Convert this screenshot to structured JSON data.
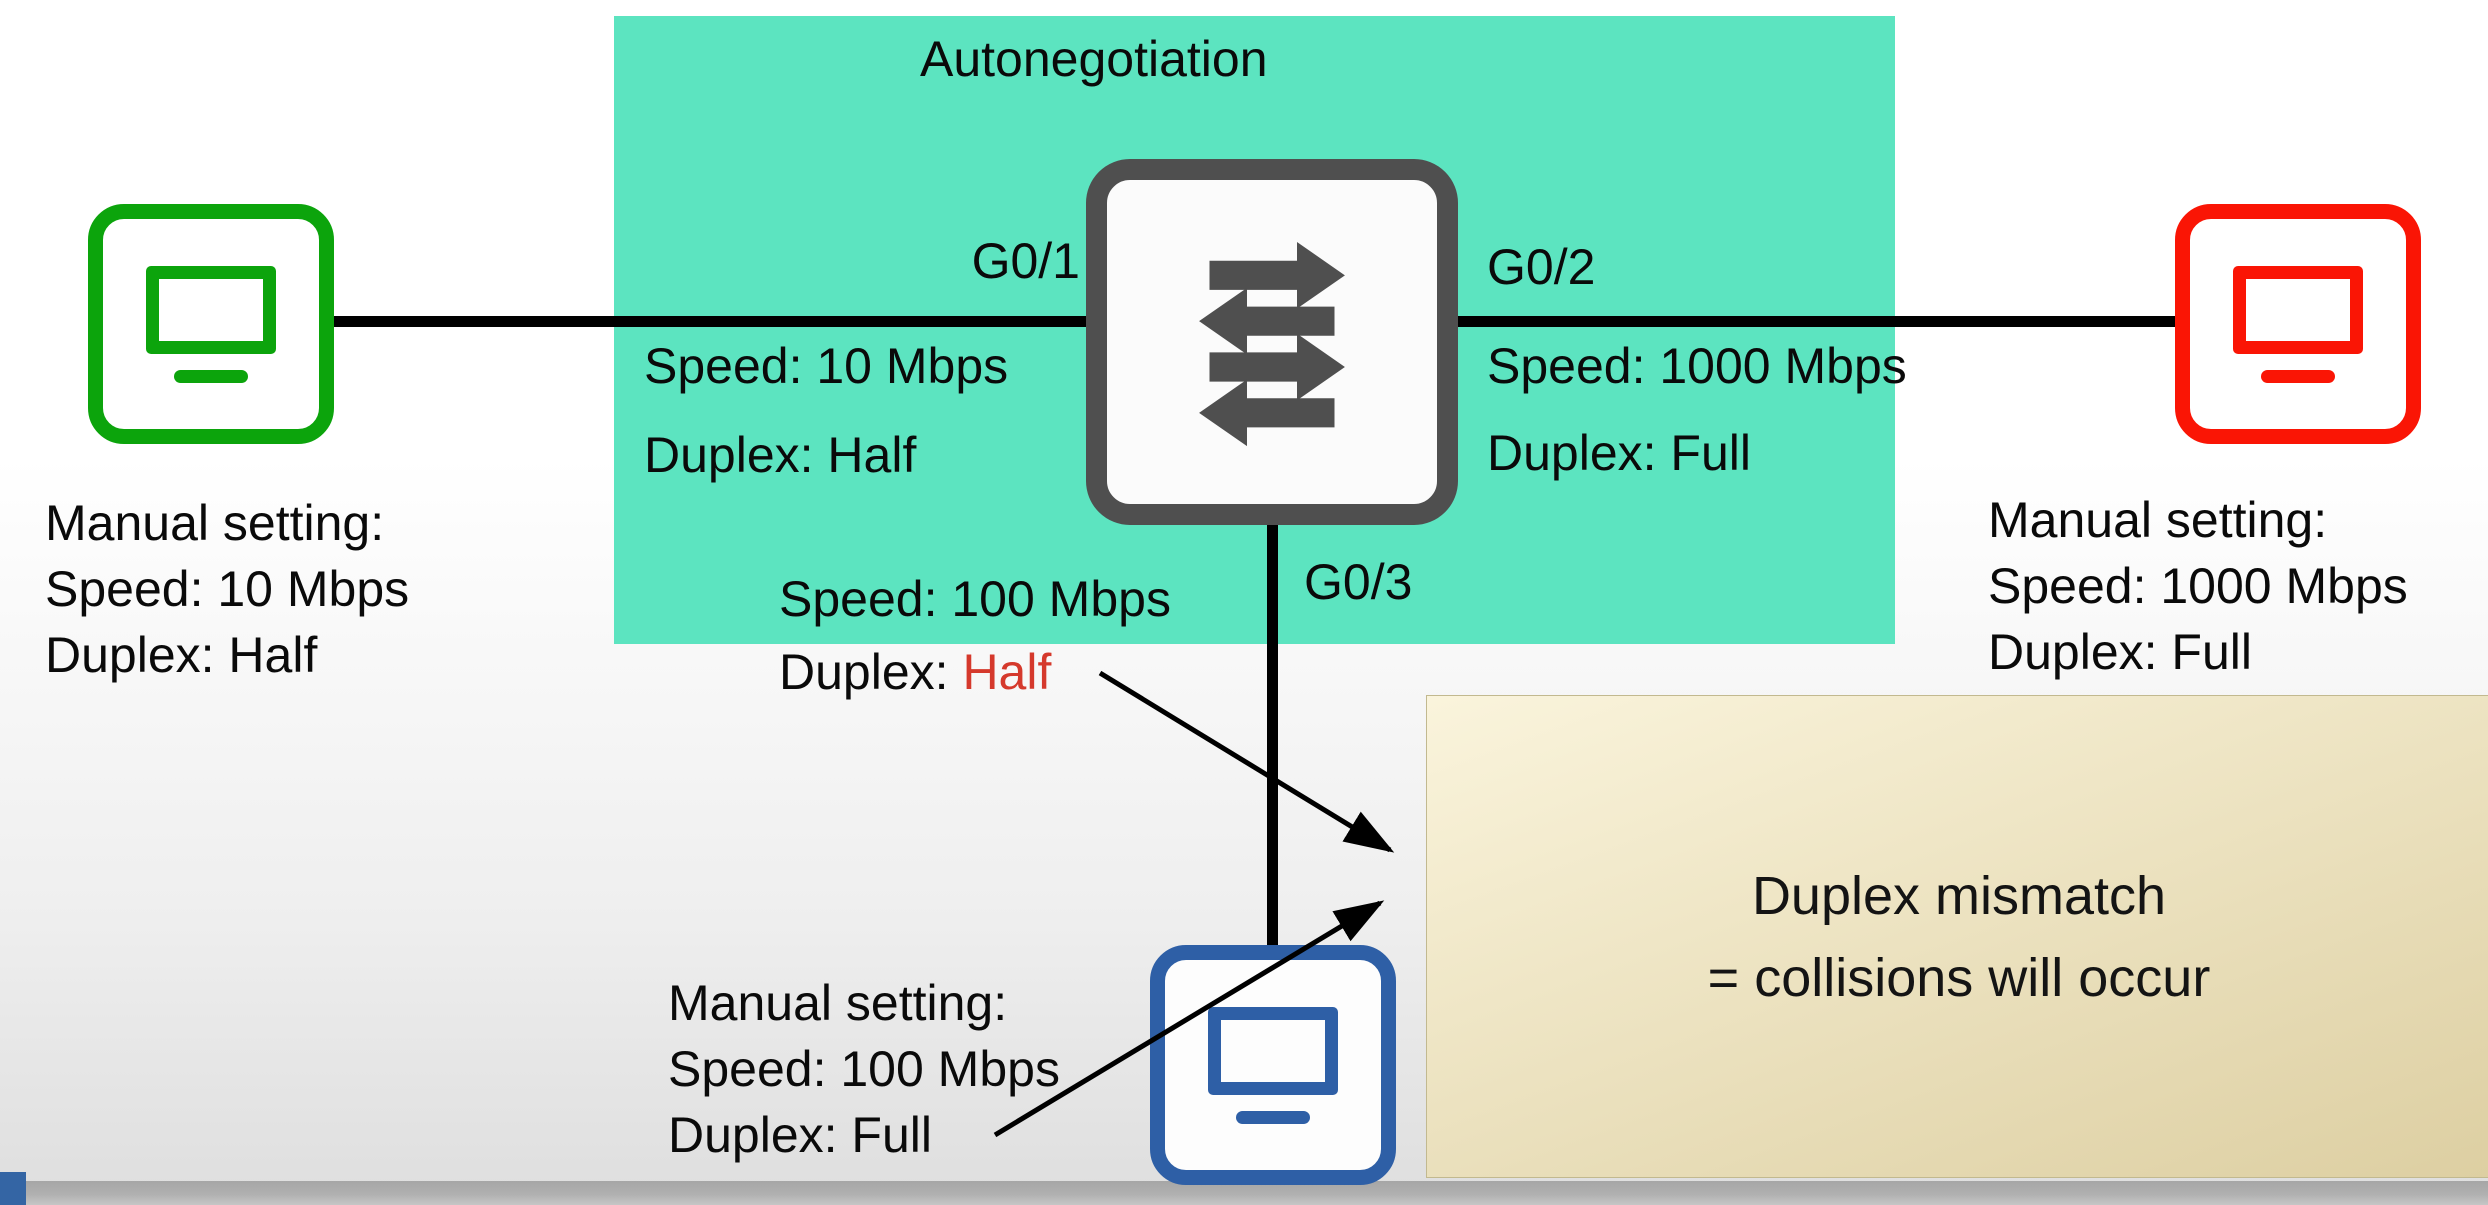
{
  "diagram_title": "Autonegotiation",
  "colors": {
    "autoneg_box": "#5ce4c0",
    "pc_left": "#0ca40c",
    "pc_right": "#fa1505",
    "pc_bottom": "#2e5fa6",
    "switch_gray": "#4f4f4f",
    "mismatch_red": "#d5392c",
    "line_black": "#000000",
    "note_box_start": "#faf4dc",
    "note_box_end": "#ddcfa2",
    "bottom_strip": "#b0b0b0"
  },
  "switch": {
    "icon": "switch-arrows-icon",
    "ports": [
      {
        "name": "G0/1",
        "speed": "Speed: 10 Mbps",
        "duplex": "Duplex: Half"
      },
      {
        "name": "G0/2",
        "speed": "Speed: 1000 Mbps",
        "duplex": "Duplex: Full"
      },
      {
        "name": "G0/3",
        "speed": "Speed: 100 Mbps",
        "duplex_label": "Duplex: ",
        "duplex_value": "Half"
      }
    ]
  },
  "pcs": {
    "left": {
      "icon": "monitor-icon",
      "lines": [
        "Manual setting:",
        "Speed: 10 Mbps",
        "Duplex: Half"
      ]
    },
    "right": {
      "icon": "monitor-icon",
      "lines": [
        "Manual setting:",
        "Speed: 1000 Mbps",
        "Duplex: Full"
      ]
    },
    "bottom": {
      "icon": "monitor-icon",
      "lines": [
        "Manual setting:",
        "Speed: 100 Mbps",
        "Duplex: Full"
      ]
    }
  },
  "note": {
    "lines": [
      "Duplex mismatch",
      "= collisions will occur"
    ]
  }
}
